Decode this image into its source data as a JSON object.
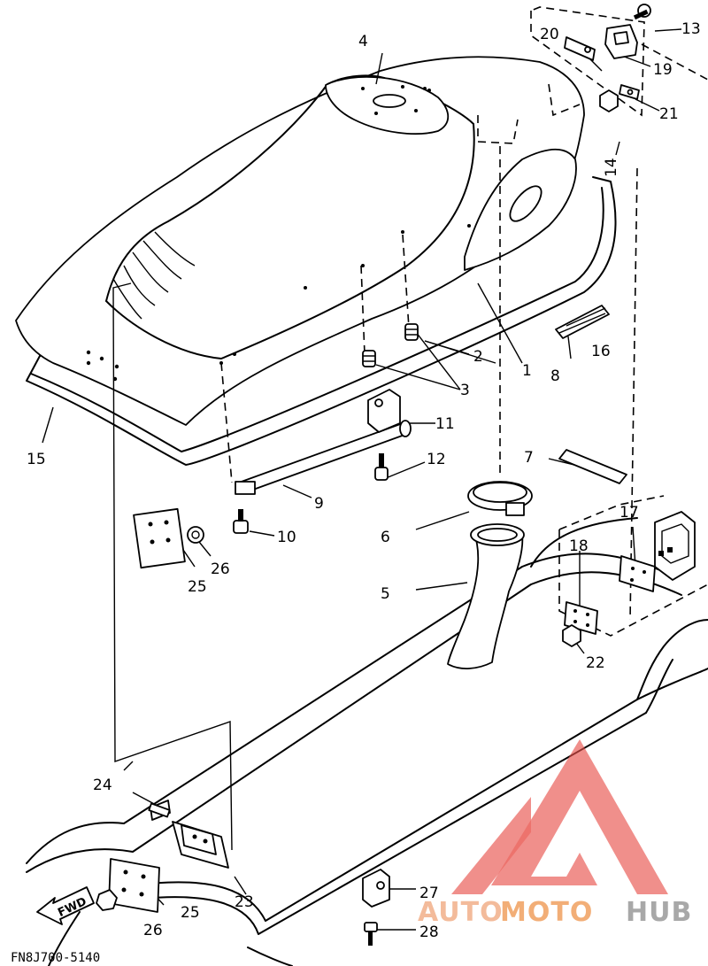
{
  "diagram": {
    "part_numbers": [
      "1",
      "2",
      "3",
      "4",
      "5",
      "6",
      "7",
      "8",
      "9",
      "10",
      "11",
      "12",
      "13",
      "14",
      "15",
      "16",
      "17",
      "18",
      "19",
      "20",
      "21",
      "22",
      "23",
      "24",
      "25",
      "26",
      "27",
      "28"
    ],
    "label_25_second": "25",
    "label_26_second": "26",
    "direction_arrow": "FWD",
    "drawing_code": "FN8J700-5140"
  },
  "watermark": {
    "text_auto": "AUTO",
    "text_moto": "MOTO",
    "text_hub": "HUB",
    "colors": {
      "logo": "#e8504a",
      "auto": "#f2b08a",
      "moto": "#f0a060",
      "hub": "#9a9a9a"
    }
  }
}
